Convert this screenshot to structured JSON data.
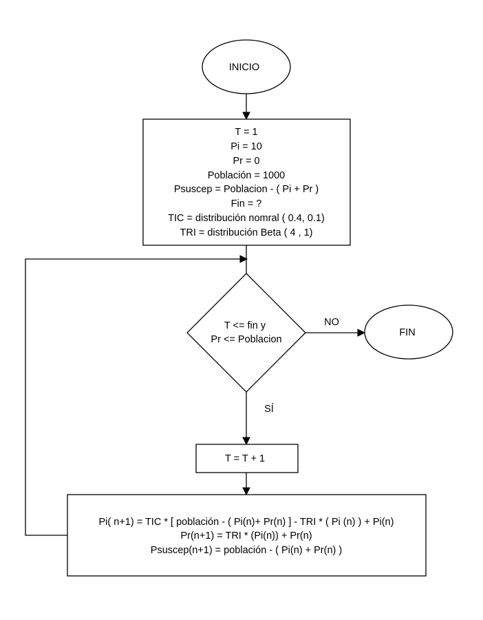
{
  "nodes": {
    "start": {
      "label": "INICIO"
    },
    "init": {
      "lines": [
        "T = 1",
        "Pi = 10",
        "Pr = 0",
        "Población = 1000",
        "Psuscep = Poblacion - ( Pi + Pr )",
        "Fin = ?",
        "TIC = distribución nomral ( 0.4, 0.1)",
        "TRI = distribución Beta ( 4 , 1)"
      ]
    },
    "decision": {
      "lines": [
        "T <= fin  y",
        "Pr <= Poblacion"
      ]
    },
    "end": {
      "label": "FIN"
    },
    "increment": {
      "label": "T = T + 1"
    },
    "update": {
      "lines": [
        "Pi( n+1)  = TIC * [ población - ( Pi(n)+ Pr(n) ] - TRI * ( Pi (n) ) + Pi(n)",
        "Pr(n+1) = TRI * (Pi(n)) + Pr(n)",
        "Psuscep(n+1) = población - ( Pi(n) + Pr(n) )"
      ]
    }
  },
  "edges": {
    "no_label": "NO",
    "yes_label": "SÍ"
  }
}
